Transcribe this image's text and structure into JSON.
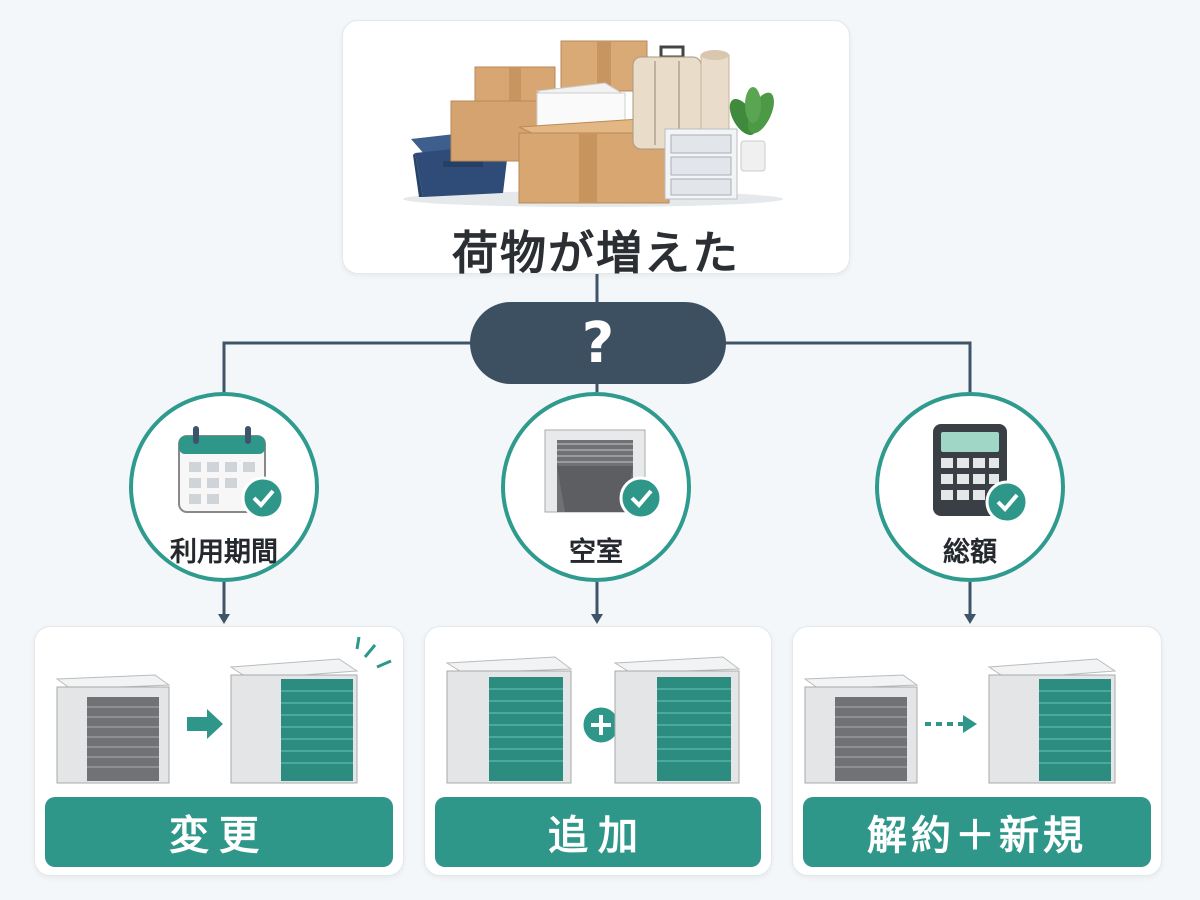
{
  "top": {
    "title": "荷物が増えた"
  },
  "question": {
    "symbol": "?"
  },
  "factors": [
    {
      "label": "利用期間",
      "icon": "calendar-icon"
    },
    {
      "label": "空室",
      "icon": "storage-unit-icon"
    },
    {
      "label": "総額",
      "icon": "calculator-icon"
    }
  ],
  "options": [
    {
      "label": "変更"
    },
    {
      "label": "追加"
    },
    {
      "label": "解約＋新規"
    }
  ],
  "colors": {
    "teal": "#2e9789",
    "navy": "#3d5062",
    "line": "#3e5468"
  }
}
